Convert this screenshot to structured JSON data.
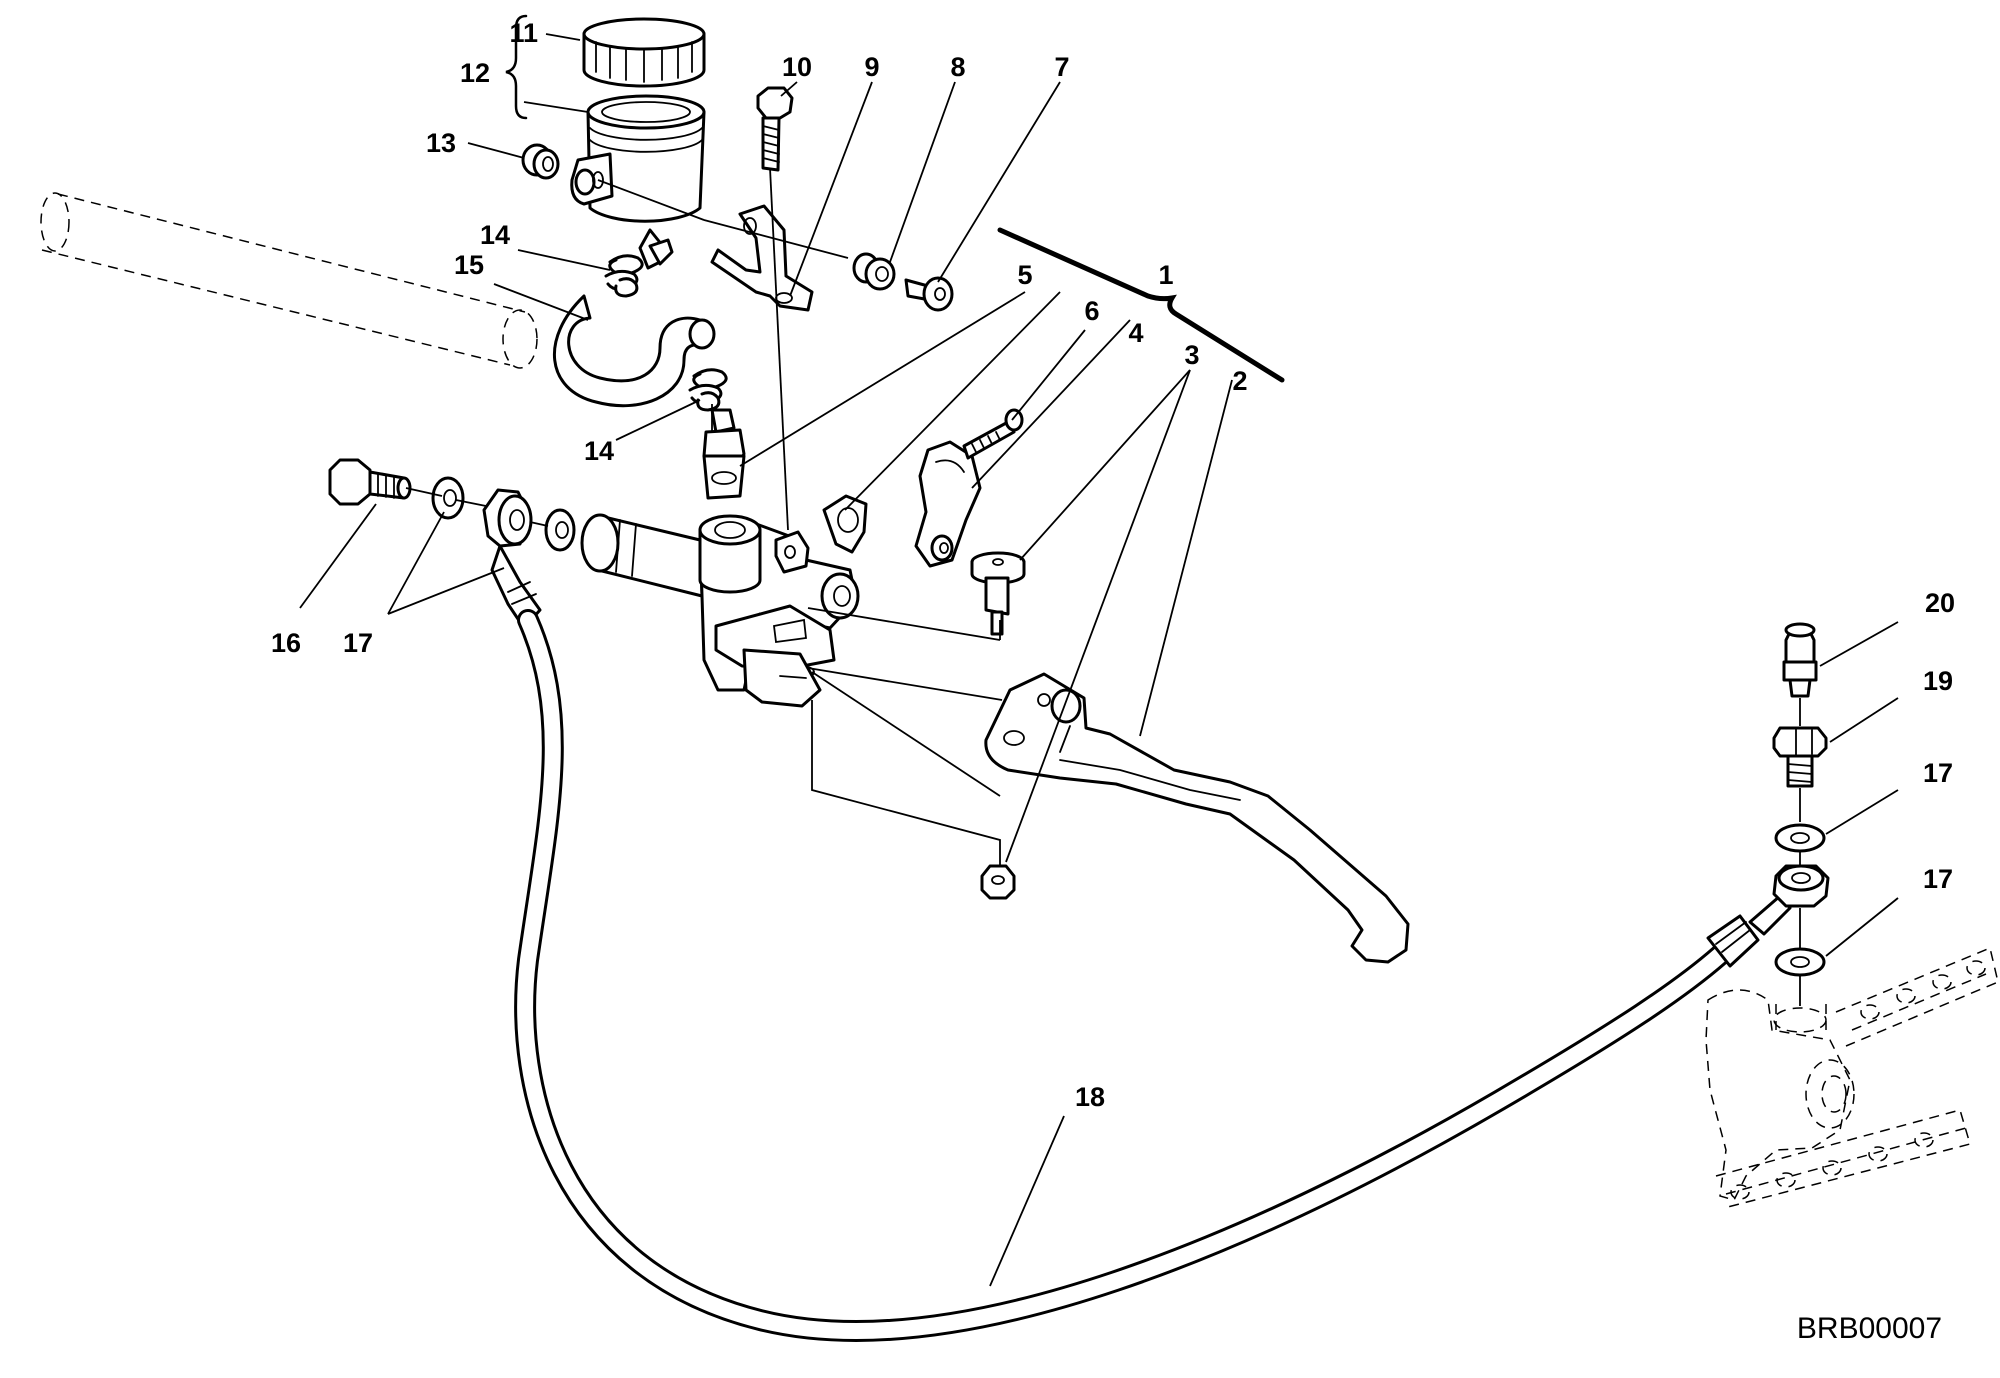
{
  "diagram": {
    "code": "BRB00007",
    "callouts": {
      "c1": "1",
      "c2": "2",
      "c3": "3",
      "c4": "4",
      "c5": "5",
      "c6": "6",
      "c7": "7",
      "c8": "8",
      "c9": "9",
      "c10": "10",
      "c11": "11",
      "c12": "12",
      "c13": "13",
      "c14a": "14",
      "c14b": "14",
      "c15": "15",
      "c16": "16",
      "c17a": "17",
      "c17b": "17",
      "c17c": "17",
      "c18": "18",
      "c19": "19",
      "c20": "20"
    }
  }
}
